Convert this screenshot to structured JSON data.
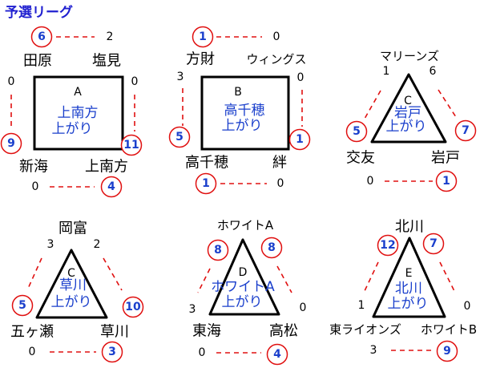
{
  "title": "予選リーグ",
  "leagues": [
    {
      "shape": "square",
      "group": "A",
      "advance": [
        "上南方",
        "上がり"
      ],
      "teams": [
        "田原",
        "塩見",
        "新海",
        "上南方"
      ],
      "edges": [
        {
          "between": [
            "田原",
            "塩見"
          ],
          "scores": [
            "6",
            "2"
          ]
        },
        {
          "between": [
            "田原",
            "新海"
          ],
          "scores": [
            "0",
            "9"
          ]
        },
        {
          "between": [
            "塩見",
            "上南方"
          ],
          "scores": [
            "0",
            "11"
          ]
        },
        {
          "between": [
            "新海",
            "上南方"
          ],
          "scores": [
            "0",
            "4"
          ]
        }
      ]
    },
    {
      "shape": "square",
      "group": "B",
      "advance": [
        "高千穂",
        "上がり"
      ],
      "teams": [
        "方財",
        "ウィングス",
        "高千穂",
        "絆"
      ],
      "edges": [
        {
          "between": [
            "方財",
            "ウィングス"
          ],
          "scores": [
            "1",
            "0"
          ]
        },
        {
          "between": [
            "方財",
            "高千穂"
          ],
          "scores": [
            "3",
            "5"
          ]
        },
        {
          "between": [
            "ウィングス",
            "絆"
          ],
          "scores": [
            "0",
            "1"
          ]
        },
        {
          "between": [
            "高千穂",
            "絆"
          ],
          "scores": [
            "1",
            "0"
          ]
        }
      ]
    },
    {
      "shape": "triangle",
      "group": "C",
      "advance": [
        "岩戸",
        "上がり"
      ],
      "teams": [
        "マリーンズ",
        "交友",
        "岩戸"
      ],
      "edges": [
        {
          "between": [
            "マリーンズ",
            "交友"
          ],
          "scores": [
            "1",
            "5"
          ]
        },
        {
          "between": [
            "マリーンズ",
            "岩戸"
          ],
          "scores": [
            "6",
            "7"
          ]
        },
        {
          "between": [
            "交友",
            "岩戸"
          ],
          "scores": [
            "0",
            "1"
          ]
        }
      ]
    },
    {
      "shape": "triangle",
      "group": "C",
      "advance": [
        "草川",
        "上がり"
      ],
      "teams": [
        "岡富",
        "五ヶ瀬",
        "草川"
      ],
      "edges": [
        {
          "between": [
            "岡富",
            "五ヶ瀬"
          ],
          "scores": [
            "3",
            "5"
          ]
        },
        {
          "between": [
            "岡富",
            "草川"
          ],
          "scores": [
            "2",
            "10"
          ]
        },
        {
          "between": [
            "五ヶ瀬",
            "草川"
          ],
          "scores": [
            "0",
            "3"
          ]
        }
      ]
    },
    {
      "shape": "triangle",
      "group": "D",
      "advance": [
        "ホワイトA",
        "上がり"
      ],
      "teams": [
        "ホワイトA",
        "東海",
        "高松"
      ],
      "edges": [
        {
          "between": [
            "ホワイトA",
            "東海"
          ],
          "scores": [
            "8",
            "3"
          ]
        },
        {
          "between": [
            "ホワイトA",
            "高松"
          ],
          "scores": [
            "8",
            "0"
          ]
        },
        {
          "between": [
            "東海",
            "高松"
          ],
          "scores": [
            "0",
            "4"
          ]
        }
      ]
    },
    {
      "shape": "triangle",
      "group": "E",
      "advance": [
        "北川",
        "上がり"
      ],
      "teams": [
        "北川",
        "東ライオンズ",
        "ホワイトB"
      ],
      "edges": [
        {
          "between": [
            "北川",
            "東ライオンズ"
          ],
          "scores": [
            "12",
            "1"
          ]
        },
        {
          "between": [
            "北川",
            "ホワイトB"
          ],
          "scores": [
            "7",
            "0"
          ]
        },
        {
          "between": [
            "東ライオンズ",
            "ホワイトB"
          ],
          "scores": [
            "3",
            "9"
          ]
        }
      ]
    }
  ],
  "colors": {
    "shape": "#000000",
    "advance": "#1a3fcc",
    "winner_circle": "#e01010",
    "dash": "#e01010",
    "team": "#000000",
    "group": "#000000"
  }
}
